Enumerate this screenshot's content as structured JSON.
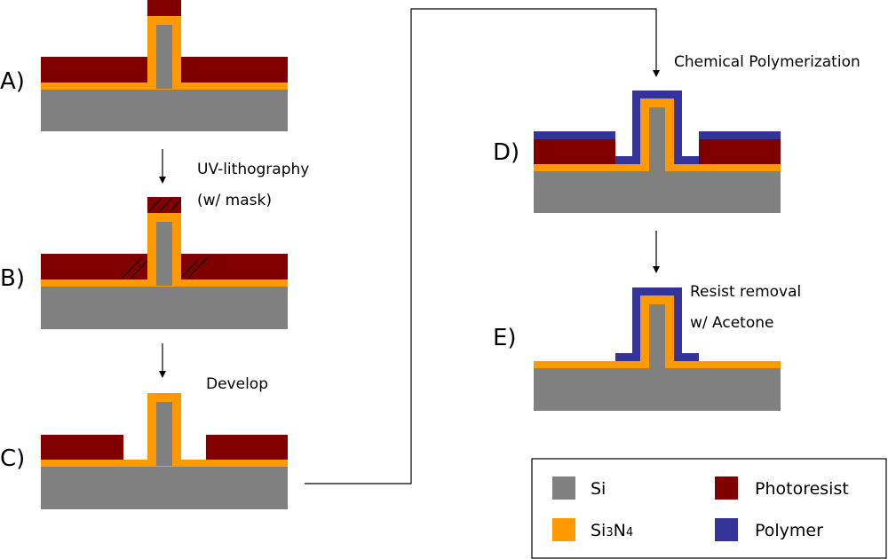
{
  "steps": {
    "a": "A)",
    "b": "B)",
    "c": "C)",
    "d": "D)",
    "e": "E)"
  },
  "processes": {
    "uv_line1": "UV-lithography",
    "uv_line2": "(w/ mask)",
    "develop": "Develop",
    "chem_poly": "Chemical Polymerization",
    "resist_line1": "Resist removal",
    "resist_line2": "w/ Acetone"
  },
  "legend": {
    "si": "Si",
    "si3n4_base": "Si",
    "si3n4_sub1": "3",
    "si3n4_mid": "N",
    "si3n4_sub2": "4",
    "photoresist": "Photoresist",
    "polymer": "Polymer"
  },
  "colors": {
    "si": "#808080",
    "si3n4": "#FF9900",
    "photoresist": "#800000",
    "polymer": "#333399"
  }
}
